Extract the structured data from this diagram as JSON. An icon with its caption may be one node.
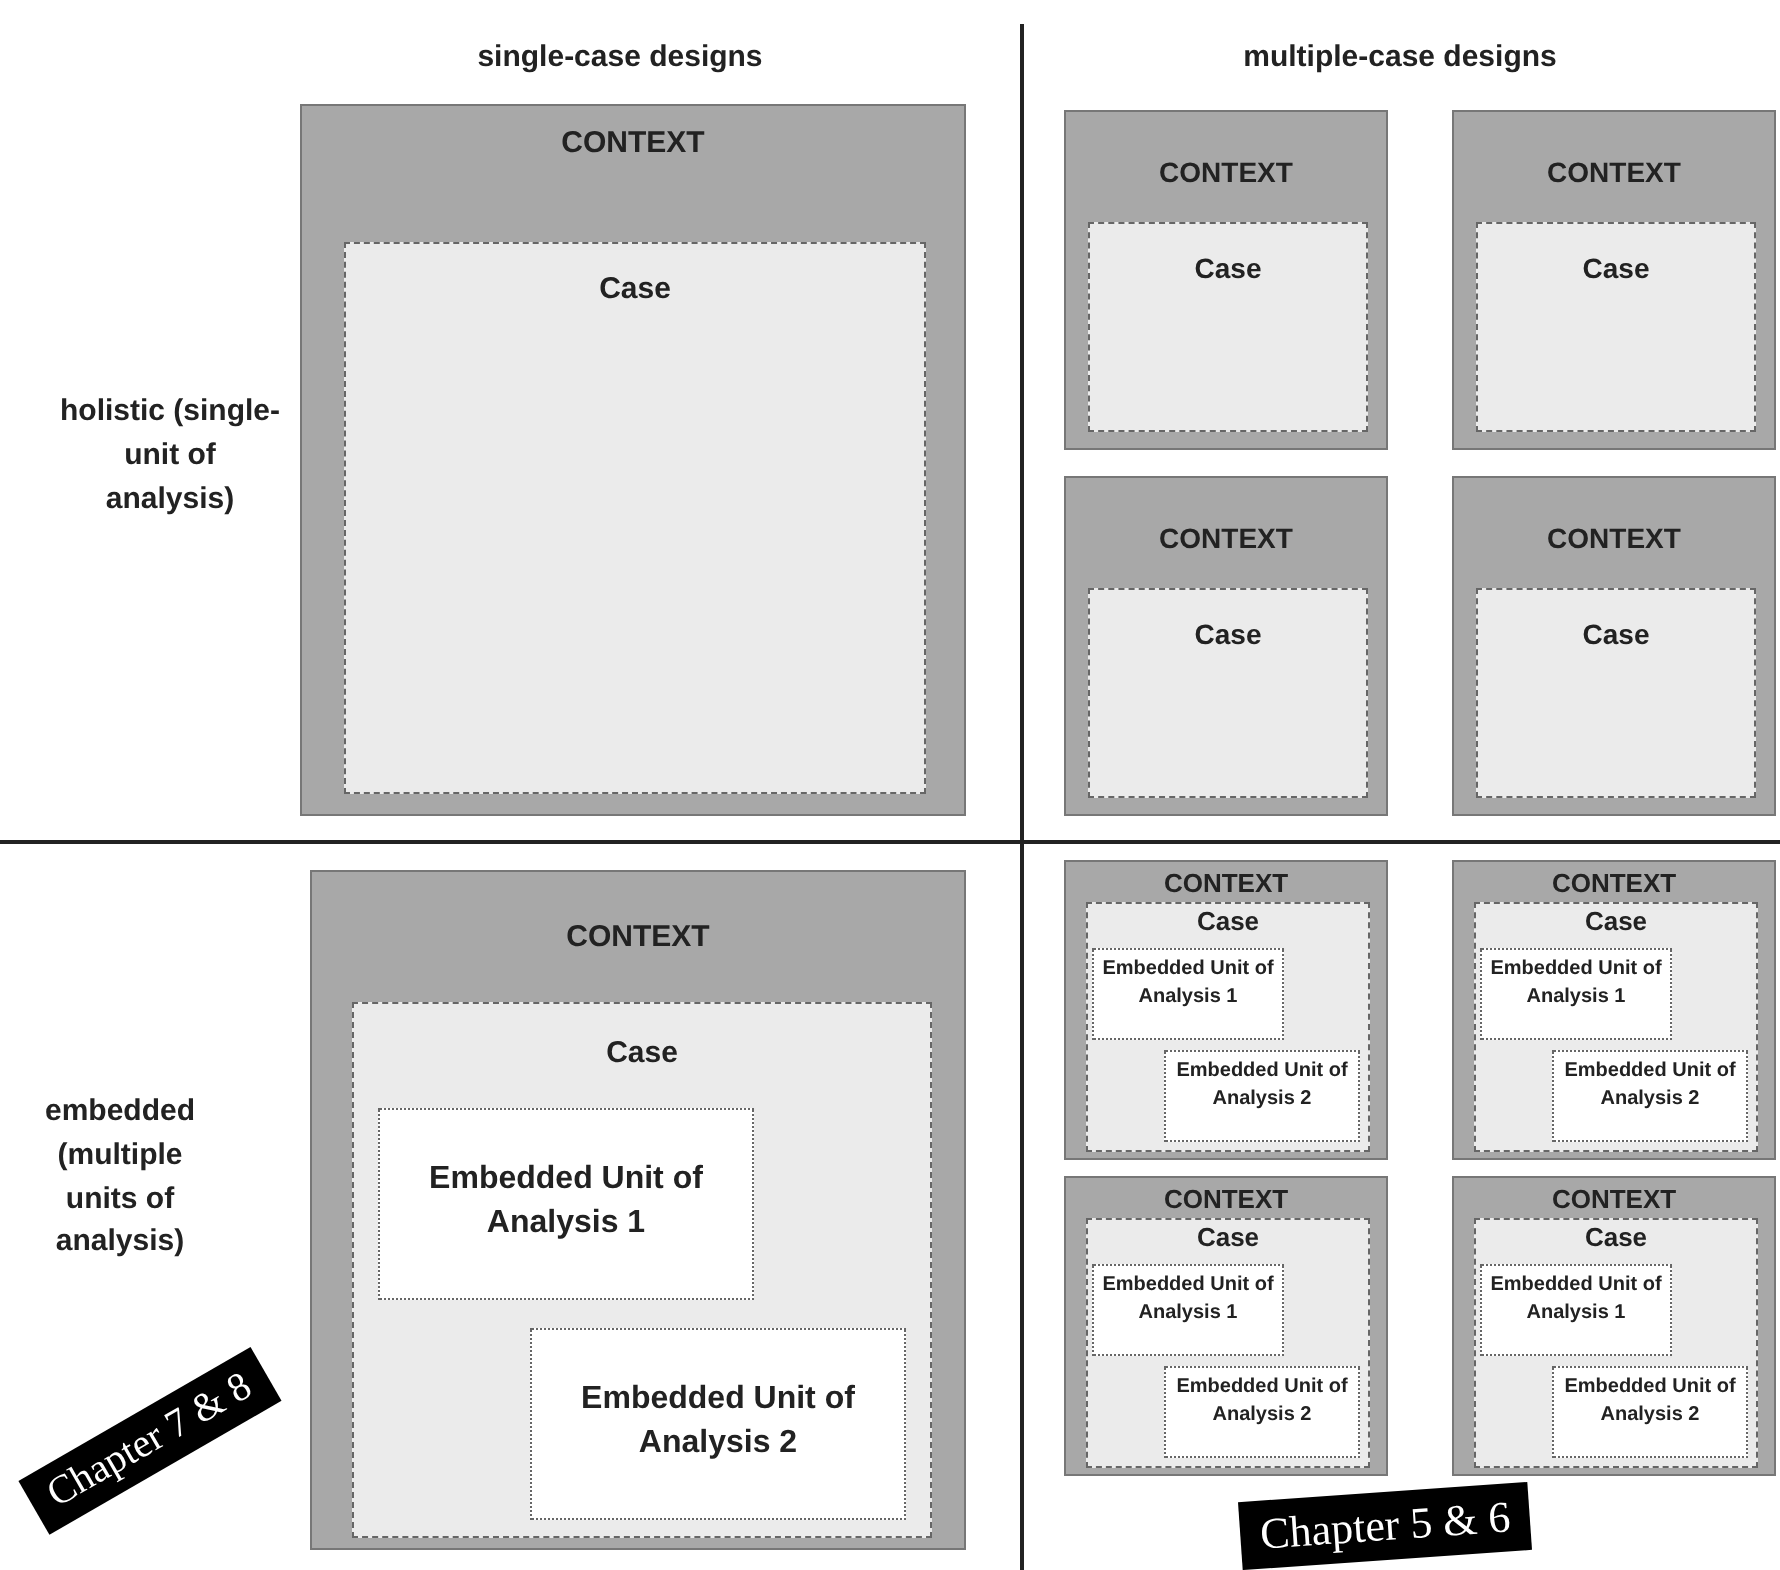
{
  "diagram": {
    "nodes": [
      {
        "text": [
          "CONTEXT"
        ]
      },
      {
        "text": [
          "Case"
        ],
        "in": 0
      },
      {
        "text": [
          "CONTEXT"
        ]
      },
      {
        "text": [
          "Case"
        ],
        "in": 2
      },
      {
        "text": [
          "CONTEXT"
        ]
      },
      {
        "text": [
          "Case"
        ],
        "in": 4
      },
      {
        "text": [
          "CONTEXT"
        ]
      },
      {
        "text": [
          "Case"
        ],
        "in": 6
      },
      {
        "text": [
          "CONTEXT"
        ]
      },
      {
        "text": [
          "Case"
        ],
        "in": 8
      },
      {
        "text": [
          "CONTEXT"
        ]
      },
      {
        "text": [
          "Case"
        ],
        "in": 10
      },
      {
        "text": [
          "Embedded Unit of Analysis 1"
        ],
        "in": 11
      },
      {
        "text": [
          "Embedded Unit of Analysis 2"
        ],
        "in": 11
      },
      {
        "text": [
          "CONTEXT"
        ]
      },
      {
        "text": [
          "Case"
        ],
        "in": 14
      },
      {
        "text": [
          "Embedded Unit of Analysis 1"
        ],
        "in": 15
      },
      {
        "text": [
          "Embedded Unit of Analysis 2"
        ],
        "in": 15
      },
      {
        "text": [
          "CONTEXT"
        ]
      },
      {
        "text": [
          "Case"
        ],
        "in": 18
      },
      {
        "text": [
          "Embedded Unit of Analysis 1"
        ],
        "in": 19
      },
      {
        "text": [
          "Embedded Unit of Analysis 2"
        ],
        "in": 19
      },
      {
        "text": [
          "CONTEXT"
        ]
      },
      {
        "text": [
          "Case"
        ],
        "in": 22
      },
      {
        "text": [
          "Embedded Unit of Analysis 1"
        ],
        "in": 23
      },
      {
        "text": [
          "Embedded Unit of Analysis 2"
        ],
        "in": 23
      },
      {
        "text": [
          "CONTEXT"
        ]
      },
      {
        "text": [
          "Case"
        ],
        "in": 26
      },
      {
        "text": [
          "Embedded Unit of Analysis 1"
        ],
        "in": 27
      },
      {
        "text": [
          "Embedded Unit of Analysis 2"
        ],
        "in": 27
      }
    ],
    "labels": [
      "single-case designs",
      "multiple-case designs",
      "holistic (single-unit of analysis)",
      "embedded (multiple units of analysis)",
      "Chapter 7 & 8",
      "Chapter 5 & 6"
    ]
  }
}
